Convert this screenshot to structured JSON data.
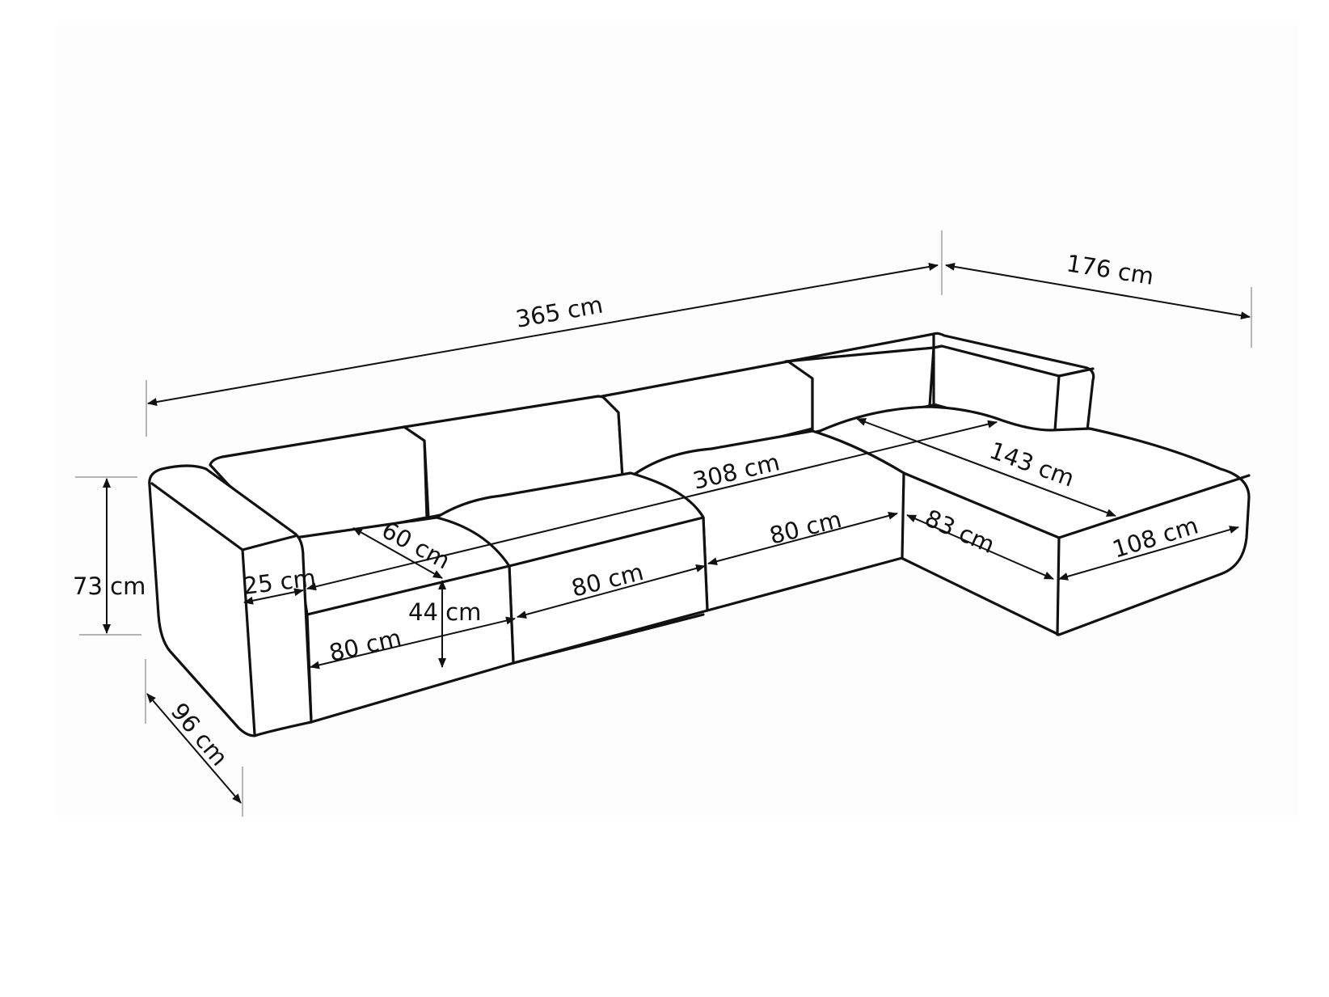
{
  "diagram": {
    "subject": "Modular corner sofa with chaise (right side)",
    "units": "cm",
    "colors": {
      "background": "#ffffff",
      "panel": "#fdfdfd",
      "line": "#111111",
      "extension_line": "#888888"
    },
    "dimensions": {
      "total_length": "365 cm",
      "chaise_depth_total": "176 cm",
      "seat_length_inner": "308 cm",
      "chaise_seat_length": "143 cm",
      "module_1_width": "80 cm",
      "module_2_width": "80 cm",
      "module_3_width": "80 cm",
      "chaise_module_width": "83 cm",
      "chaise_width": "108 cm",
      "seat_depth": "60 cm",
      "armrest_width": "25 cm",
      "seat_height": "44 cm",
      "total_height": "73 cm",
      "total_depth": "96 cm"
    }
  }
}
